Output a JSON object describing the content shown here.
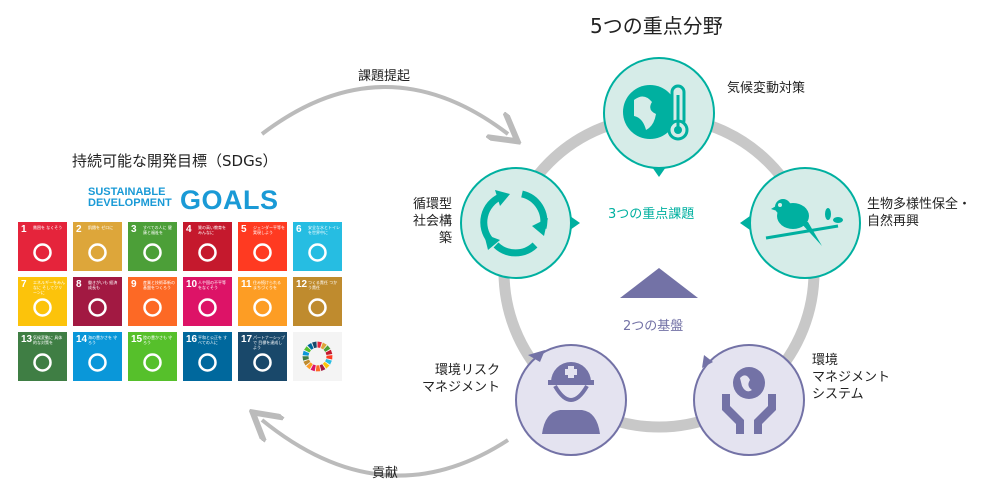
{
  "title": "5つの重点分野",
  "sdgs": {
    "heading": "持続可能な開発目標（SDGs）",
    "logo_line1": "SUSTAINABLE",
    "logo_line2": "DEVELOPMENT",
    "logo_goals": "GOALS",
    "goals": [
      {
        "n": "1",
        "t": "貧困を なくそう",
        "c": "#e5243b"
      },
      {
        "n": "2",
        "t": "飢餓を ゼロに",
        "c": "#dda63a"
      },
      {
        "n": "3",
        "t": "すべての人に 健康と福祉を",
        "c": "#4c9f38"
      },
      {
        "n": "4",
        "t": "質の高い教育を みんなに",
        "c": "#c5192d"
      },
      {
        "n": "5",
        "t": "ジェンダー平等を 実現しよう",
        "c": "#ff3a21"
      },
      {
        "n": "6",
        "t": "安全な水とトイレ を世界中に",
        "c": "#26bde2"
      },
      {
        "n": "7",
        "t": "エネルギーをみんなに そしてクリーンに",
        "c": "#fcc30b"
      },
      {
        "n": "8",
        "t": "働きがいも 経済成長も",
        "c": "#a21942"
      },
      {
        "n": "9",
        "t": "産業と技術革新の 基盤をつくろう",
        "c": "#fd6925"
      },
      {
        "n": "10",
        "t": "人や国の不平等 をなくそう",
        "c": "#dd1367"
      },
      {
        "n": "11",
        "t": "住み続けられる まちづくりを",
        "c": "#fd9d24"
      },
      {
        "n": "12",
        "t": "つくる責任 つかう責任",
        "c": "#bf8b2e"
      },
      {
        "n": "13",
        "t": "気候変動に 具体的な対策を",
        "c": "#3f7e44"
      },
      {
        "n": "14",
        "t": "海の豊かさを 守ろう",
        "c": "#0a97d9"
      },
      {
        "n": "15",
        "t": "陸の豊かさも 守ろう",
        "c": "#56c02b"
      },
      {
        "n": "16",
        "t": "平和と公正を すべての人に",
        "c": "#00689d"
      },
      {
        "n": "17",
        "t": "パートナーシップで 目標を達成しよう",
        "c": "#19486a"
      }
    ]
  },
  "arrows": {
    "top": "課題提起",
    "bottom": "貢献"
  },
  "center": {
    "issues": "3つの重点課題",
    "foundations": "2つの基盤"
  },
  "areas": [
    {
      "l1": "気候変動対策",
      "l2": ""
    },
    {
      "l1": "循環型",
      "l2": "社会構築"
    },
    {
      "l1": "生物多様性保全・",
      "l2": "自然再興"
    },
    {
      "l1": "環境リスク",
      "l2": "マネジメント"
    },
    {
      "l1": "環境",
      "l2": "マネジメント",
      "l3": "システム"
    }
  ],
  "colors": {
    "teal": "#00b0a0",
    "teal_bg": "#d6ece8",
    "purple": "#7372a6",
    "purple_bg": "#e4e3f0",
    "gray": "#c8c8c8"
  }
}
